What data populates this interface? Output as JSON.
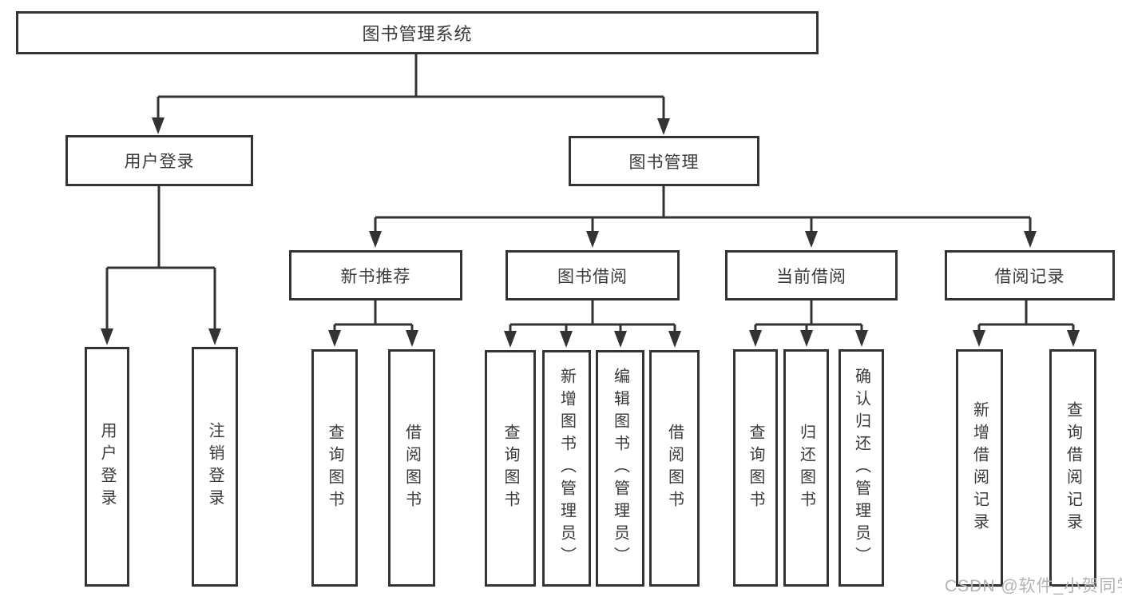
{
  "diagram": {
    "type": "tree",
    "root": {
      "label": "图书管理系统"
    },
    "branches": [
      {
        "label": "用户登录",
        "children": [
          {
            "label": "用户登录"
          },
          {
            "label": "注销登录"
          }
        ]
      },
      {
        "label": "图书管理",
        "children": [
          {
            "label": "新书推荐",
            "children": [
              {
                "label": "查询图书"
              },
              {
                "label": "借阅图书"
              }
            ]
          },
          {
            "label": "图书借阅",
            "children": [
              {
                "label": "查询图书"
              },
              {
                "label": "新增图书（管理员）"
              },
              {
                "label": "编辑图书（管理员）"
              },
              {
                "label": "借阅图书"
              }
            ]
          },
          {
            "label": "当前借阅",
            "children": [
              {
                "label": "查询图书"
              },
              {
                "label": "归还图书"
              },
              {
                "label": "确认归还（管理员）"
              }
            ]
          },
          {
            "label": "借阅记录",
            "children": [
              {
                "label": "新增借阅记录"
              },
              {
                "label": "查询借阅记录"
              }
            ]
          }
        ]
      }
    ]
  },
  "watermark": "CSDN @软件_小贺同学",
  "colors": {
    "stroke": "#333333",
    "text": "#3a3a3a",
    "background": "#ffffff",
    "watermark": "#b3b3b3"
  }
}
